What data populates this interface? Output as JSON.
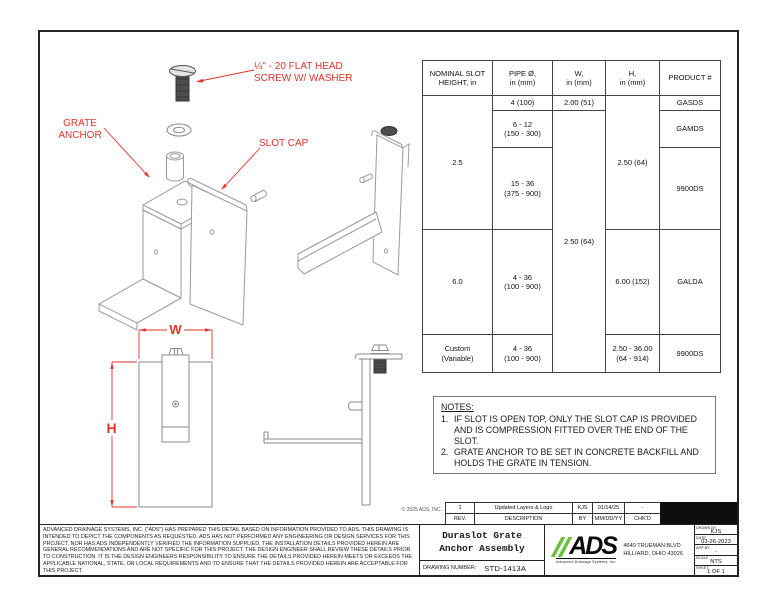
{
  "page": {
    "copyright": "© 2025 ADS, INC."
  },
  "annotations": {
    "screw_label": "¼\" - 20 FLAT HEAD\nSCREW W/ WASHER",
    "grate_anchor_label": "GRATE\nANCHOR",
    "slot_cap_label": "SLOT CAP",
    "dim_w": "W",
    "dim_h": "H"
  },
  "spec_table": {
    "headers": [
      "NOMINAL SLOT\nHEIGHT, in",
      "PIPE Ø,\nin (mm)",
      "W,\nin (mm)",
      "H,\nin (mm)",
      "PRODUCT #"
    ],
    "cells": {
      "slot_25": "2.5",
      "slot_6": "6.0",
      "slot_custom": "Custom\n(Variable)",
      "pipe_r1": "4 (100)",
      "pipe_r2": "6 - 12\n(150 - 300)",
      "pipe_r3": "15 - 36\n(375 - 900)",
      "pipe_r4": "4 - 36\n(100 - 900)",
      "pipe_r5": "4 - 36\n(100 - 900)",
      "w_r1": "2.00 (51)",
      "w_r2": "2.50 (64)",
      "h_r1": "2.50 (64)",
      "h_r4": "6.00 (152)",
      "h_r5": "2.50 - 36.00\n(64 - 914)",
      "prod_r1": "GASDS",
      "prod_r2": "GAMDS",
      "prod_r3": "9900DS",
      "prod_r4": "GALDA",
      "prod_r5": "9900DS"
    }
  },
  "notes": {
    "title": "NOTES:",
    "items": [
      {
        "num": "1.",
        "text": "IF SLOT IS OPEN TOP, ONLY THE SLOT CAP IS PROVIDED AND IS COMPRESSION FITTED OVER THE END OF THE SLOT."
      },
      {
        "num": "2.",
        "text": "GRATE ANCHOR TO BE SET IN CONCRETE BACKFILL AND HOLDS THE GRATE IN TENSION."
      }
    ]
  },
  "revision_table": {
    "row": [
      "1",
      "Updated Layers & Logo",
      "KJS",
      "01/14/25",
      "-"
    ],
    "headers": [
      "REV.",
      "DESCRIPTION",
      "BY",
      "MM/DD/YY",
      "CHK'D"
    ]
  },
  "title_block": {
    "disclaimer": "ADVANCED DRAINAGE SYSTEMS, INC. (\"ADS\") HAS PREPARED THIS DETAIL BASED ON INFORMATION PROVIDED TO ADS.  THIS DRAWING IS INTENDED TO DEPICT THE COMPONENTS AS REQUESTED.  ADS HAS NOT PERFORMED ANY ENGINEERING OR DESIGN SERVICES FOR THIS PROJECT, NOR HAS ADS INDEPENDENTLY VERIFIED THE INFORMATION SUPPLIED.  THE INSTALLATION DETAILS PROVIDED HEREIN ARE GENERAL RECOMMENDATIONS AND ARE NOT SPECIFIC FOR THIS PROJECT.  THE DESIGN ENGINEER SHALL REVIEW THESE DETAILS PRIOR TO CONSTRUCTION.  IT IS THE DESIGN ENGINEERS RESPONSIBILITY TO ENSURE THE DETAILS PROVIDED HEREIN MEETS OR EXCEEDS THE APPLICABLE NATIONAL, STATE, OR LOCAL REQUIREMENTS AND TO ENSURE THAT THE DETAILS PROVIDED HEREIN ARE ACCEPTABLE FOR THIS PROJECT.",
    "title": "Duraslot Grate\nAnchor Assembly",
    "drawing_number_label": "DRAWING NUMBER:",
    "drawing_number": "STD-1413A",
    "logo": {
      "text": "ADS",
      "tagline": "Advanced Drainage Systems, Inc."
    },
    "address": "4640 TRUEMAN BLVD\nHILLIARD, OHIO 43026",
    "fields": [
      {
        "label": "DRAWN BY",
        "value": "KJS"
      },
      {
        "label": "DATE",
        "value": "03-26-2023"
      },
      {
        "label": "APP BY",
        "value": "-"
      },
      {
        "label": "SCALE",
        "value": "NTS"
      },
      {
        "label": "SHEET",
        "value": "1 OF 1"
      }
    ]
  },
  "colors": {
    "annotation_red": "#e0332c",
    "logo_green": "#6cbf3f",
    "line_gray": "#9a9a9a"
  }
}
